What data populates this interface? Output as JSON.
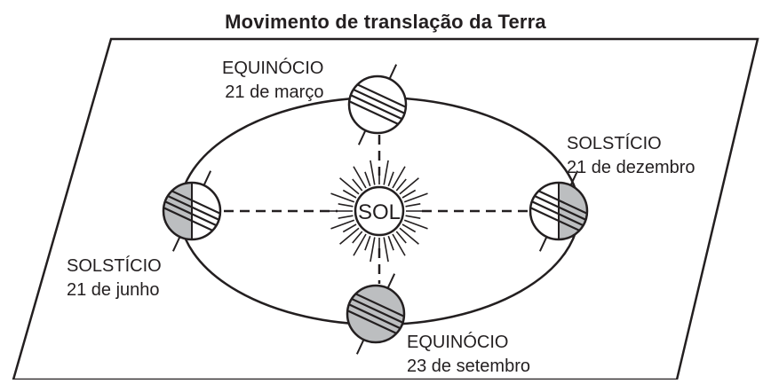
{
  "title": "Movimento de translação da Terra",
  "sun": {
    "label": "SOL"
  },
  "positions": {
    "march": {
      "event": "EQUINÓCIO",
      "date": "21 de março"
    },
    "december": {
      "event": "SOLSTÍCIO",
      "date": "21 de dezembro"
    },
    "june": {
      "event": "SOLSTÍCIO",
      "date": "21 de junho"
    },
    "september": {
      "event": "EQUINÓCIO",
      "date": "23 de setembro"
    }
  },
  "colors": {
    "ink": "#231f20",
    "shade": "#bcbec0",
    "paper": "#ffffff"
  }
}
